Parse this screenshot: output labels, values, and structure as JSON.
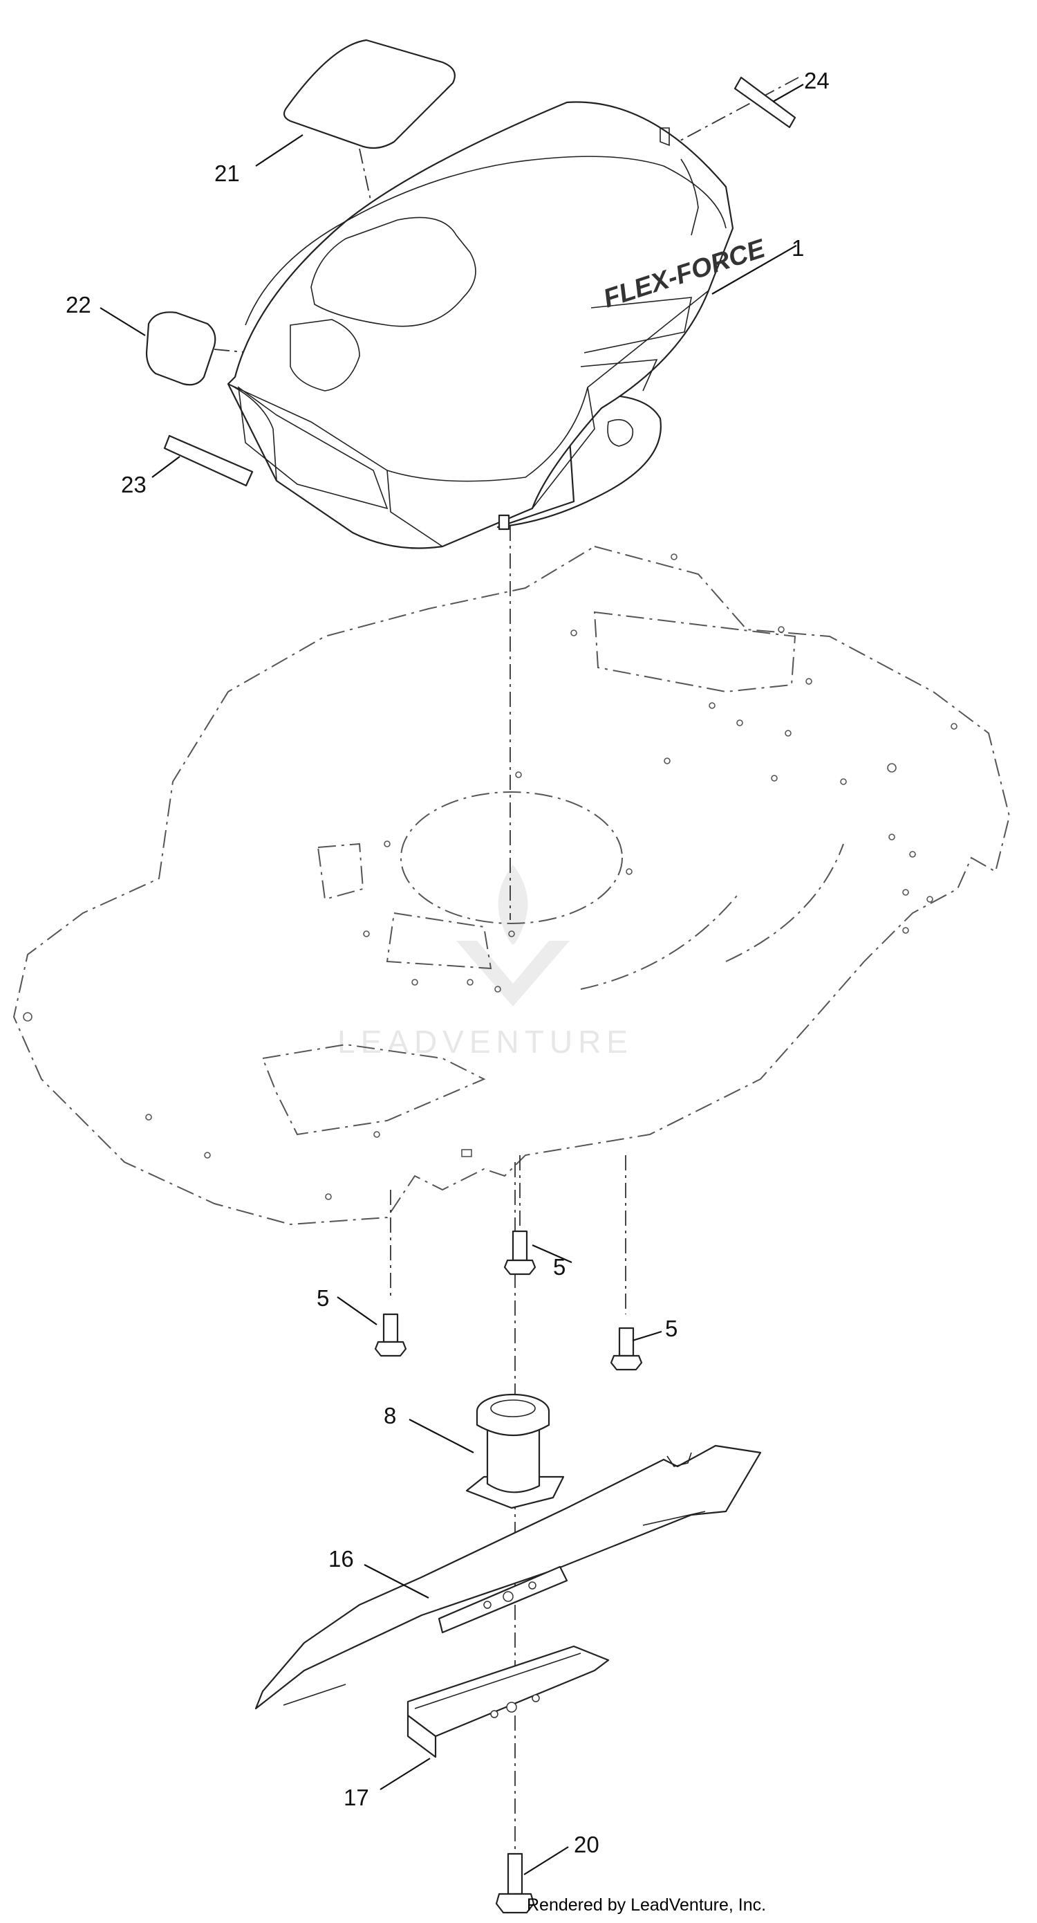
{
  "brand_logo_text": "FLEX-FORCE",
  "watermark_text": "LEADVENTURE",
  "footer_text": "Rendered by LeadVenture, Inc.",
  "callouts": [
    {
      "id": "21",
      "label": "21"
    },
    {
      "id": "24",
      "label": "24"
    },
    {
      "id": "1",
      "label": "1"
    },
    {
      "id": "22",
      "label": "22"
    },
    {
      "id": "23",
      "label": "23"
    },
    {
      "id": "5a",
      "label": "5"
    },
    {
      "id": "5b",
      "label": "5"
    },
    {
      "id": "5c",
      "label": "5"
    },
    {
      "id": "8",
      "label": "8"
    },
    {
      "id": "16",
      "label": "16"
    },
    {
      "id": "17",
      "label": "17"
    },
    {
      "id": "20",
      "label": "20"
    }
  ]
}
